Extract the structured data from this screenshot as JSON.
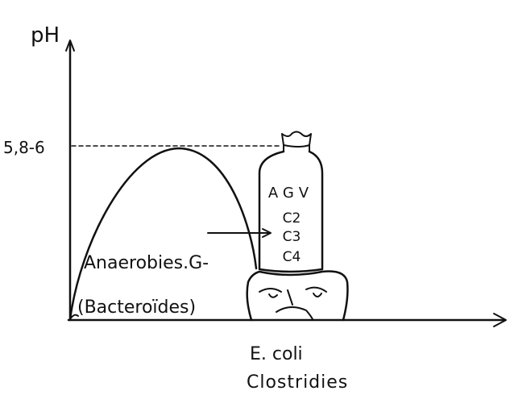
{
  "axes": {
    "y_label": "pH",
    "y_tick_label": "5,8-6"
  },
  "curve_label": {
    "line1": "Anaerobies.G-",
    "line2": "(Bacteroïdes)"
  },
  "bottle_label": {
    "title": "AGV",
    "items": [
      "C2",
      "C3",
      "C4"
    ]
  },
  "bottom_labels": {
    "line1": "E. coli",
    "line2": "Clostridies"
  }
}
